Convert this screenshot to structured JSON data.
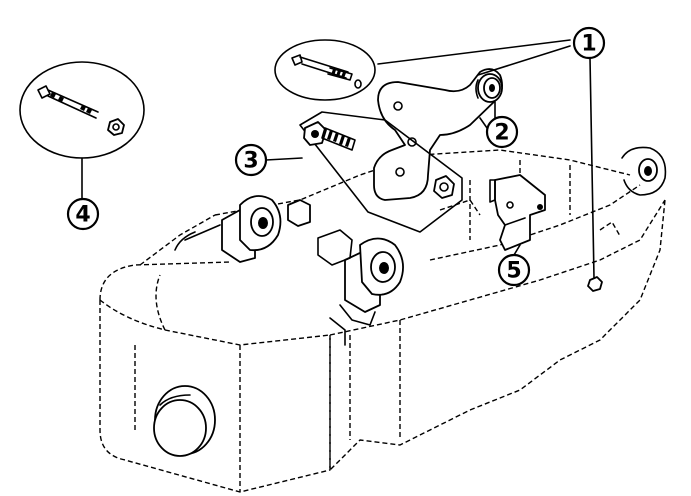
{
  "diagram": {
    "callouts": [
      {
        "id": "callout-1",
        "label": "1"
      },
      {
        "id": "callout-2",
        "label": "2"
      },
      {
        "id": "callout-3",
        "label": "3"
      },
      {
        "id": "callout-4",
        "label": "4"
      },
      {
        "id": "callout-5",
        "label": "5"
      }
    ],
    "line_color": "#000000",
    "background_color": "#ffffff"
  }
}
